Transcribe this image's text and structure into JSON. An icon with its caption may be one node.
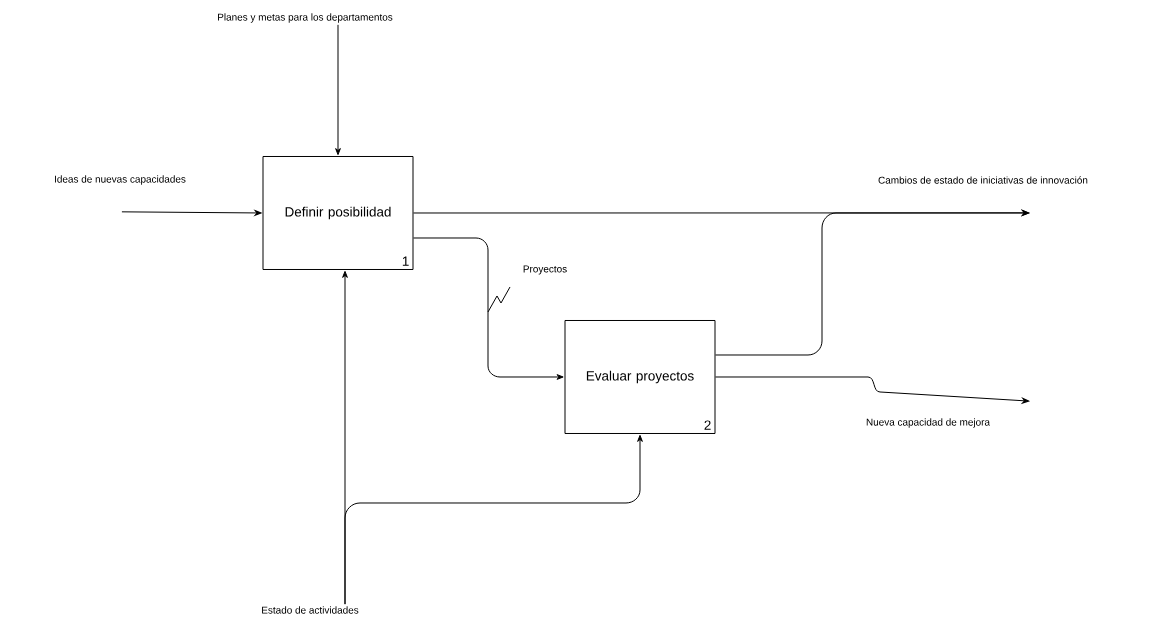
{
  "diagram": {
    "nodes": [
      {
        "text": [
          "Planes y metas para los departamentos"
        ]
      },
      {
        "text": [
          "Ideas de nuevas capacidades"
        ]
      },
      {
        "text": [
          "Definir posibilidad",
          "1"
        ]
      },
      {
        "text": [
          "Evaluar proyectos",
          "2"
        ]
      },
      {
        "text": [
          "Cambios de estado de iniciativas de innovación"
        ]
      },
      {
        "text": [
          "Nueva capacidad de mejora"
        ]
      },
      {
        "text": [
          "Estado de actividades"
        ]
      }
    ],
    "edges": [
      {
        "from": 0,
        "to": 2,
        "arrow": "to"
      },
      {
        "from": 1,
        "to": 2,
        "arrow": "to"
      },
      {
        "from": 2,
        "to": 4,
        "arrow": "to"
      },
      {
        "from": 2,
        "to": 3,
        "arrow": "to",
        "label": "Proyectos"
      },
      {
        "from": 3,
        "to": 4,
        "arrow": "to"
      },
      {
        "from": 3,
        "to": 5,
        "arrow": "to"
      },
      {
        "from": 6,
        "to": 2,
        "arrow": "to"
      },
      {
        "from": 6,
        "to": 3,
        "arrow": "to"
      }
    ]
  }
}
